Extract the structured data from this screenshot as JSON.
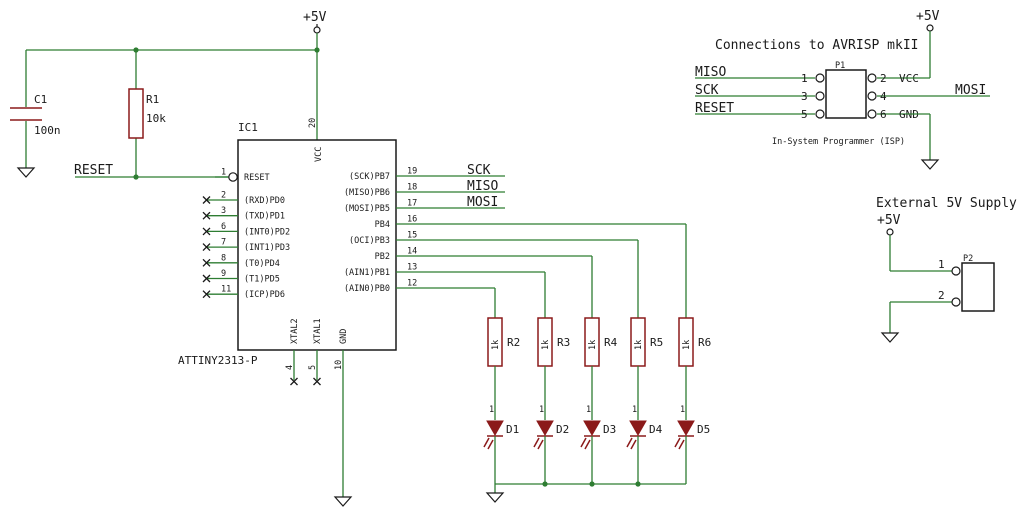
{
  "power": {
    "vcc_main": "+5V",
    "vcc_isp": "+5V",
    "vcc_ext": "+5V"
  },
  "capacitor": {
    "ref": "C1",
    "value": "100n"
  },
  "resistor_pullup": {
    "ref": "R1",
    "value": "10k"
  },
  "reset_net": "RESET",
  "ic": {
    "ref": "IC1",
    "part": "ATTINY2313-P",
    "top_pin": {
      "num": "20",
      "name": "VCC"
    },
    "left_pins": [
      {
        "num": "1",
        "name": "RESET"
      },
      {
        "num": "2",
        "name": "(RXD)PD0"
      },
      {
        "num": "3",
        "name": "(TXD)PD1"
      },
      {
        "num": "6",
        "name": "(INT0)PD2"
      },
      {
        "num": "7",
        "name": "(INT1)PD3"
      },
      {
        "num": "8",
        "name": "(T0)PD4"
      },
      {
        "num": "9",
        "name": "(T1)PD5"
      },
      {
        "num": "11",
        "name": "(ICP)PD6"
      }
    ],
    "right_pins": [
      {
        "num": "19",
        "name": "(SCK)PB7"
      },
      {
        "num": "18",
        "name": "(MISO)PB6"
      },
      {
        "num": "17",
        "name": "(MOSI)PB5"
      },
      {
        "num": "16",
        "name": "PB4"
      },
      {
        "num": "15",
        "name": "(OCI)PB3"
      },
      {
        "num": "14",
        "name": "PB2"
      },
      {
        "num": "13",
        "name": "(AIN1)PB1"
      },
      {
        "num": "12",
        "name": "(AIN0)PB0"
      }
    ],
    "bottom_pins": [
      {
        "num": "4",
        "name": "XTAL2"
      },
      {
        "num": "5",
        "name": "XTAL1"
      },
      {
        "num": "10",
        "name": "GND"
      }
    ]
  },
  "spi_nets": [
    "SCK",
    "MISO",
    "MOSI"
  ],
  "led_resistors": [
    {
      "ref": "R2",
      "value": "1k"
    },
    {
      "ref": "R3",
      "value": "1k"
    },
    {
      "ref": "R4",
      "value": "1k"
    },
    {
      "ref": "R5",
      "value": "1k"
    },
    {
      "ref": "R6",
      "value": "1k"
    }
  ],
  "leds": [
    {
      "ref": "D1",
      "pin": "1"
    },
    {
      "ref": "D2",
      "pin": "1"
    },
    {
      "ref": "D3",
      "pin": "1"
    },
    {
      "ref": "D4",
      "pin": "1"
    },
    {
      "ref": "D5",
      "pin": "1"
    }
  ],
  "isp": {
    "title": "Connections to AVRISP mkII",
    "ref": "P1",
    "caption": "In-System Programmer (ISP)",
    "left": [
      {
        "net": "MISO",
        "num": "1"
      },
      {
        "net": "SCK",
        "num": "3"
      },
      {
        "net": "RESET",
        "num": "5"
      }
    ],
    "right": [
      {
        "num": "2",
        "name": "VCC",
        "net": ""
      },
      {
        "num": "4",
        "name": "",
        "net": "MOSI"
      },
      {
        "num": "6",
        "name": "GND",
        "net": ""
      }
    ]
  },
  "ext_supply": {
    "title": "External 5V Supply",
    "ref": "P2",
    "pins": [
      "1",
      "2"
    ]
  }
}
